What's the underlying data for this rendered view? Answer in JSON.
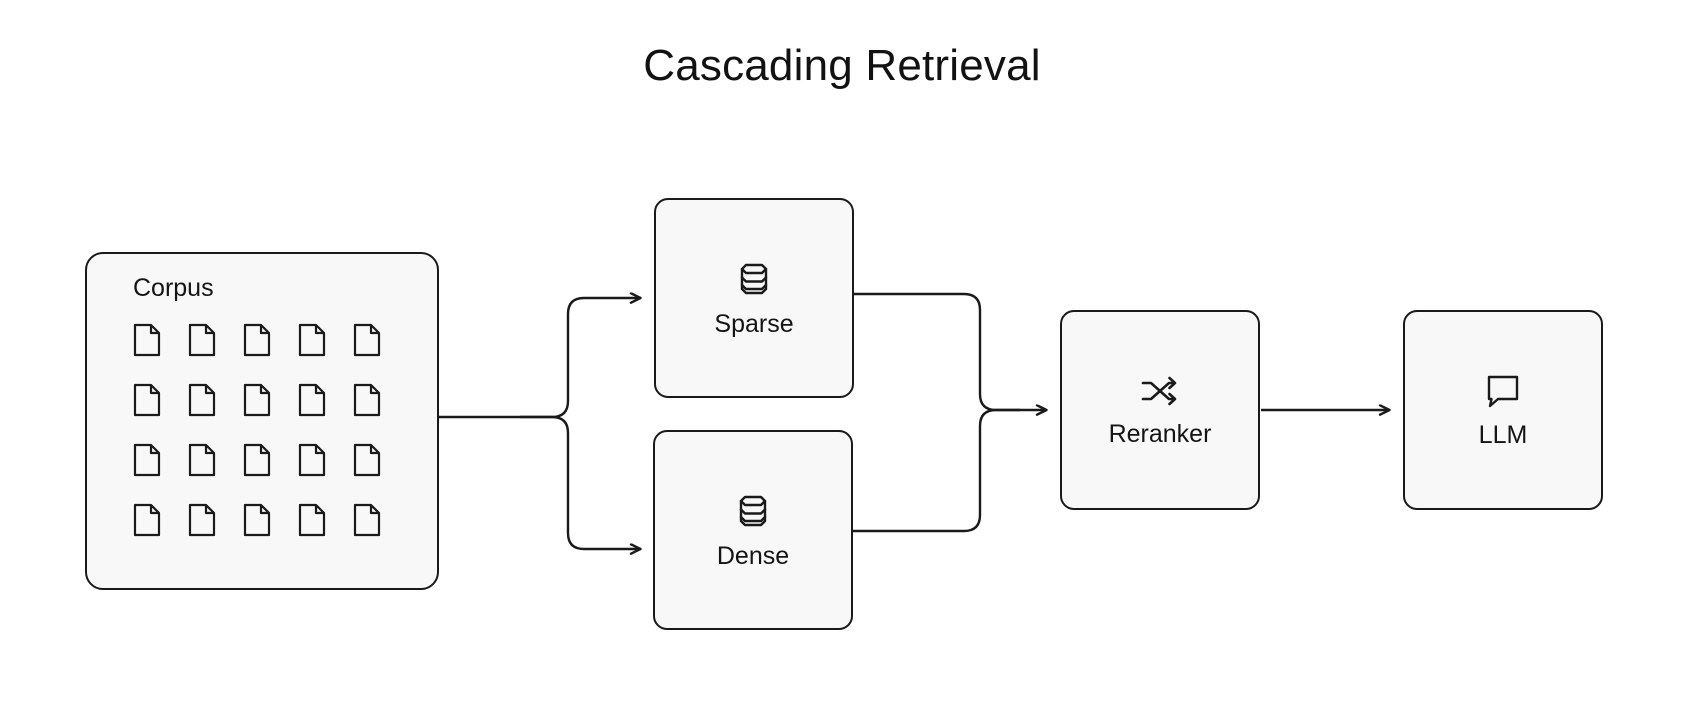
{
  "diagram": {
    "title": "Cascading Retrieval",
    "type": "flow-diagram",
    "background_color": "#ffffff",
    "node_fill_color": "#f8f8f8",
    "stroke_color": "#1a1a1a",
    "text_color": "#141414"
  },
  "nodes": {
    "corpus": {
      "label": "Corpus",
      "icon": "document-icon",
      "document_count": 20,
      "grid_columns": 5,
      "grid_rows": 4
    },
    "sparse": {
      "label": "Sparse",
      "icon": "database-icon"
    },
    "dense": {
      "label": "Dense",
      "icon": "database-icon"
    },
    "reranker": {
      "label": "Reranker",
      "icon": "shuffle-icon"
    },
    "llm": {
      "label": "LLM",
      "icon": "message-bubble-icon"
    }
  },
  "edges": [
    {
      "id": "corpus-to-sparse",
      "from": "corpus",
      "to": "sparse",
      "arrow": true
    },
    {
      "id": "corpus-to-dense",
      "from": "corpus",
      "to": "dense",
      "arrow": true
    },
    {
      "id": "sparse-to-reranker",
      "from": "sparse",
      "to": "reranker",
      "arrow": true
    },
    {
      "id": "dense-to-reranker",
      "from": "dense",
      "to": "reranker",
      "arrow": true
    },
    {
      "id": "reranker-to-llm",
      "from": "reranker",
      "to": "llm",
      "arrow": true
    }
  ]
}
